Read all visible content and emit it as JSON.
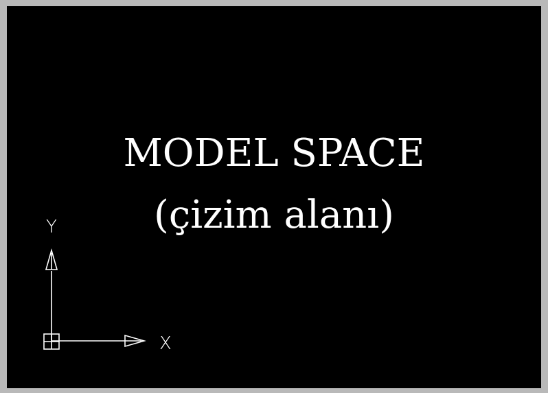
{
  "viewport": {
    "title_line1": "MODEL SPACE",
    "title_line2": "(çizim alanı)"
  },
  "ucs_icon": {
    "y_axis_label": "Y",
    "x_axis_label": "X",
    "stroke_color": "#ffffff"
  },
  "colors": {
    "background": "#000000",
    "border": "#b9b9b9",
    "text": "#ffffff"
  }
}
